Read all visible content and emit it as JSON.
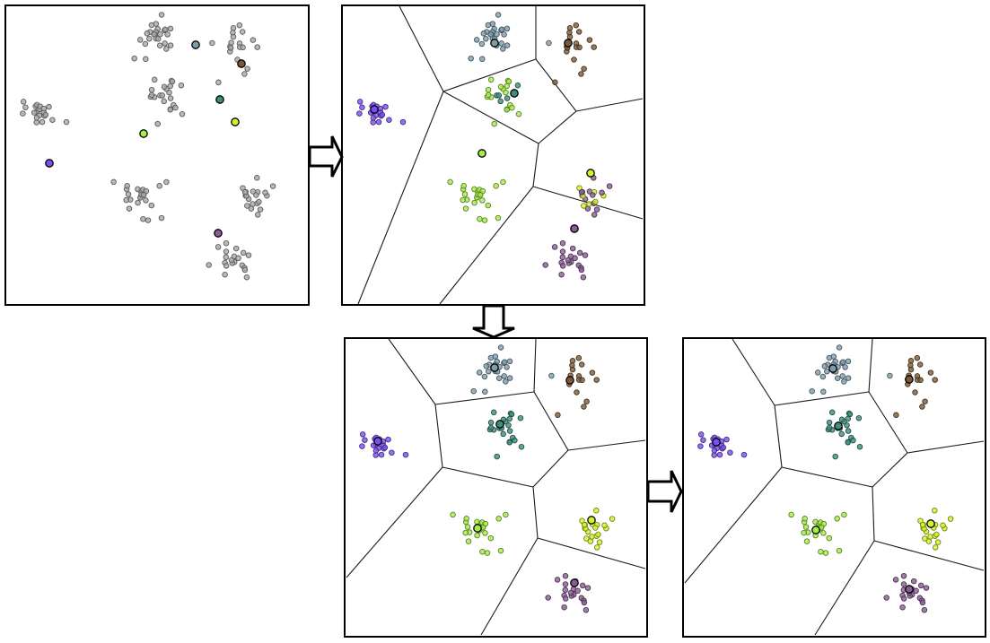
{
  "title": "",
  "description": "",
  "colors": {
    "unassigned": "#a8a8a8",
    "cluster_slate": "#7f9cad",
    "cluster_brown": "#7a5a3a",
    "cluster_teal": "#3e8e80",
    "cluster_lime": "#a6ec4a",
    "cluster_yellow": "#d2f22a",
    "cluster_purple": "#8a5c95",
    "cluster_violet": "#7b4ff0",
    "boundary": "#1a1a1a",
    "arrow": "#000000"
  },
  "stages": [
    {
      "name": "random-initialization",
      "label": ""
    },
    {
      "name": "first-assignment",
      "label": ""
    },
    {
      "name": "intermediate-assignment",
      "label": ""
    },
    {
      "name": "converged",
      "label": ""
    }
  ]
}
